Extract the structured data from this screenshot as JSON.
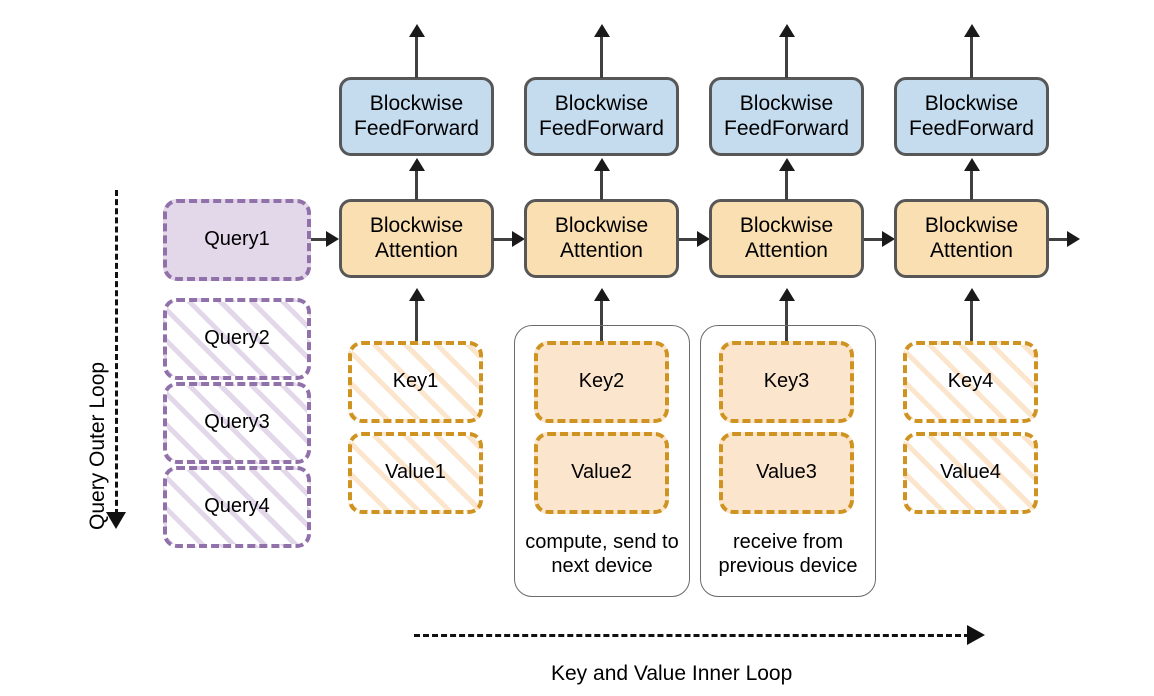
{
  "figure": {
    "axes": {
      "outer_loop_label": "Query Outer Loop",
      "inner_loop_label": "Key and Value Inner Loop"
    },
    "columns": [
      {
        "feedforward_label": "Blockwise\nFeedForward",
        "attention_label": "Blockwise\nAttention",
        "key_label": "Key1",
        "value_label": "Value1",
        "kv_state": "inactive"
      },
      {
        "feedforward_label": "Blockwise\nFeedForward",
        "attention_label": "Blockwise\nAttention",
        "key_label": "Key2",
        "value_label": "Value2",
        "kv_state": "active",
        "group_caption": "compute, send to\nnext device"
      },
      {
        "feedforward_label": "Blockwise\nFeedForward",
        "attention_label": "Blockwise\nAttention",
        "key_label": "Key3",
        "value_label": "Value3",
        "kv_state": "active",
        "group_caption": "receive from\nprevious device"
      },
      {
        "feedforward_label": "Blockwise\nFeedForward",
        "attention_label": "Blockwise\nAttention",
        "key_label": "Key4",
        "value_label": "Value4",
        "kv_state": "inactive"
      }
    ],
    "queries": [
      {
        "label": "Query1",
        "state": "active"
      },
      {
        "label": "Query2",
        "state": "inactive"
      },
      {
        "label": "Query3",
        "state": "inactive"
      },
      {
        "label": "Query4",
        "state": "inactive"
      }
    ],
    "colors": {
      "feedforward_fill": "#c5dbee",
      "attention_fill": "#fadfb2",
      "node_stroke": "#575757",
      "query_fill": "#e3d7ea",
      "query_stroke": "#9171a9",
      "keyvalue_fill": "#fce5cd",
      "keyvalue_stroke": "#cf9322",
      "group_stroke": "#6b6b6b",
      "connector": "#404040",
      "text": "#000000"
    }
  }
}
